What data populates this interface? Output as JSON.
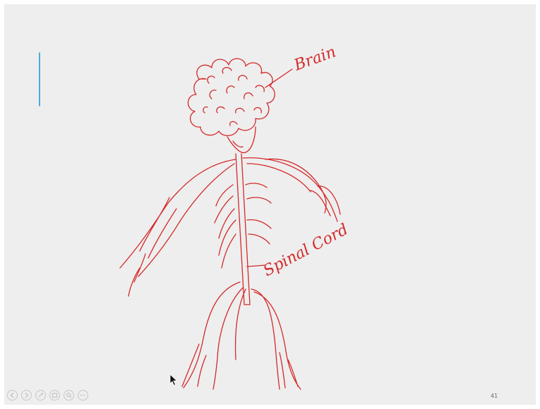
{
  "slide": {
    "page_number": "41",
    "ink_color": "#d42a2a",
    "caret_color": "#1e90d6"
  },
  "labels": {
    "brain": "Brain",
    "spinal_cord": "Spinal Cord"
  },
  "controls": [
    {
      "name": "prev-slide-button",
      "icon": "chevron-left-icon"
    },
    {
      "name": "next-slide-button",
      "icon": "chevron-right-icon"
    },
    {
      "name": "pen-tool-button",
      "icon": "pen-icon"
    },
    {
      "name": "slides-overview-button",
      "icon": "slides-icon"
    },
    {
      "name": "zoom-button",
      "icon": "magnifier-icon"
    },
    {
      "name": "more-options-button",
      "icon": "ellipsis-icon"
    }
  ]
}
